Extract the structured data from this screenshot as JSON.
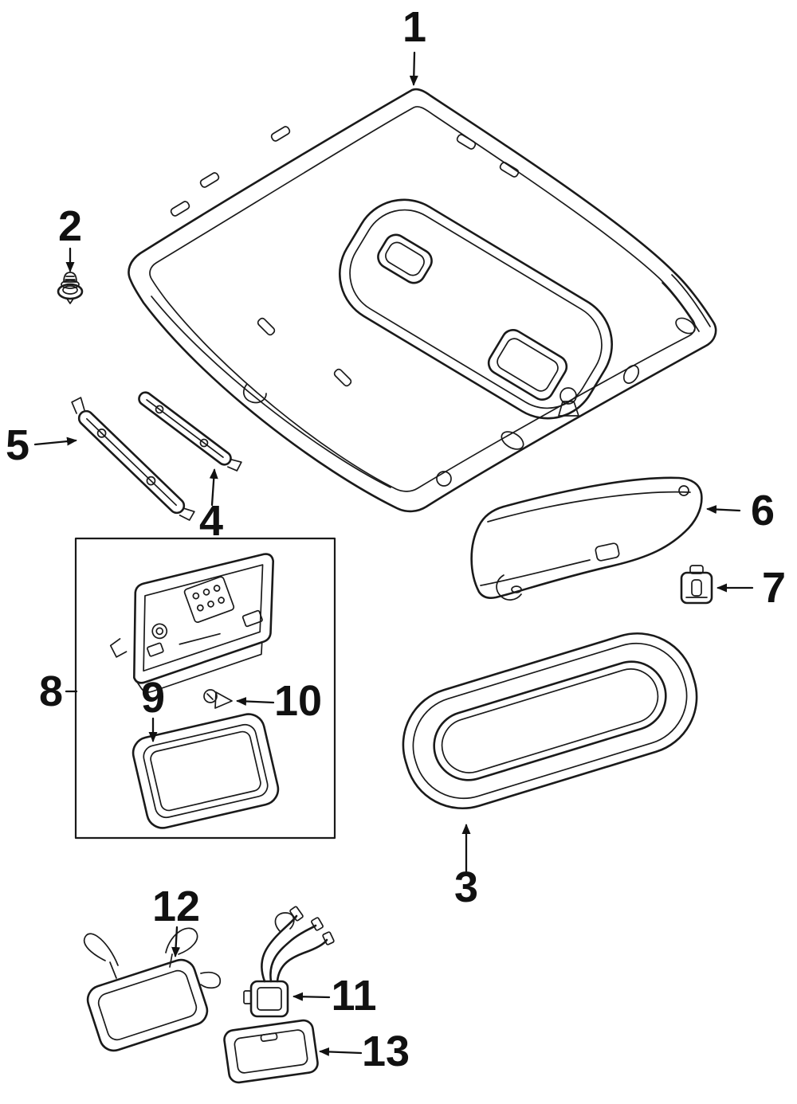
{
  "diagram": {
    "colors": {
      "background": "#ffffff",
      "line": "#1a1a1a"
    },
    "callouts": [
      {
        "label": "1"
      },
      {
        "label": "2"
      },
      {
        "label": "3"
      },
      {
        "label": "4"
      },
      {
        "label": "5"
      },
      {
        "label": "6"
      },
      {
        "label": "7"
      },
      {
        "label": "8"
      },
      {
        "label": "9"
      },
      {
        "label": "10"
      },
      {
        "label": "11"
      },
      {
        "label": "12"
      },
      {
        "label": "13"
      }
    ]
  }
}
